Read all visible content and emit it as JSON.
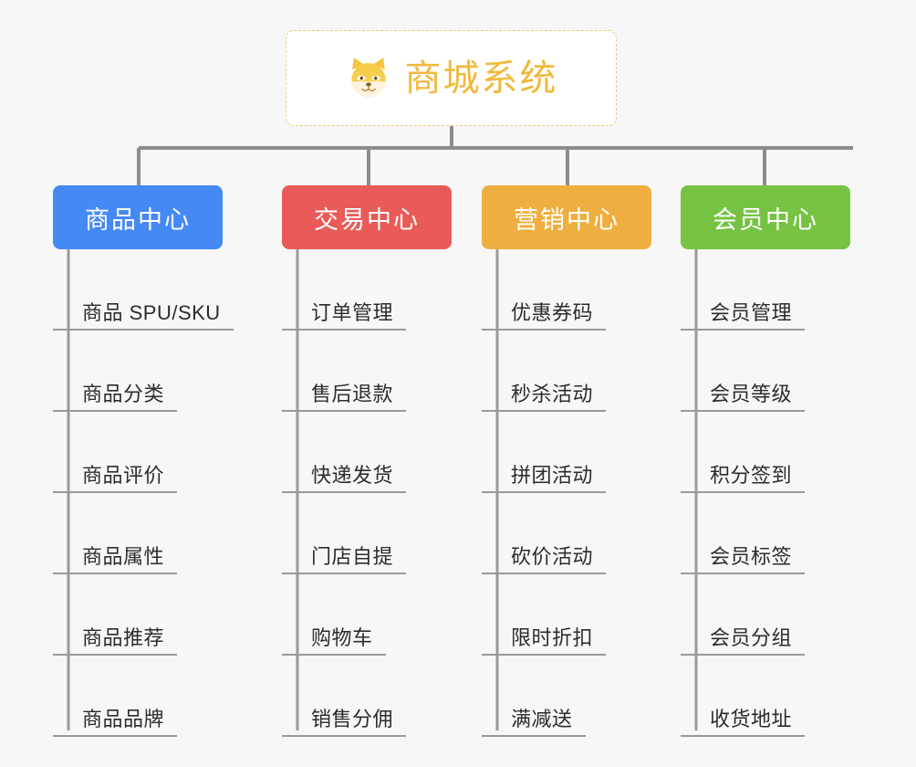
{
  "diagram": {
    "title": "商城系统 mind map",
    "background_color": "#f7f7f7",
    "root": {
      "label": "商城系统",
      "icon": "shiba-dog-emoji",
      "text_color": "#f0b93c",
      "border_color": "#f0c97a",
      "background_color": "#ffffff"
    },
    "connector_color": "#8c8c8c",
    "leaf_underline_color": "#9a9a9a",
    "leaf_text_color": "#2c2c2c",
    "branches": [
      {
        "label": "商品中心",
        "color": "#4589f5",
        "items": [
          "商品 SPU/SKU",
          "商品分类",
          "商品评价",
          "商品属性",
          "商品推荐",
          "商品品牌"
        ]
      },
      {
        "label": "交易中心",
        "color": "#e95b58",
        "items": [
          "订单管理",
          "售后退款",
          "快递发货",
          "门店自提",
          "购物车",
          "销售分佣"
        ]
      },
      {
        "label": "营销中心",
        "color": "#eeaf40",
        "items": [
          "优惠券码",
          "秒杀活动",
          "拼团活动",
          "砍价活动",
          "限时折扣",
          "满减送"
        ]
      },
      {
        "label": "会员中心",
        "color": "#76c343",
        "items": [
          "会员管理",
          "会员等级",
          "积分签到",
          "会员标签",
          "会员分组",
          "收货地址"
        ]
      }
    ]
  }
}
